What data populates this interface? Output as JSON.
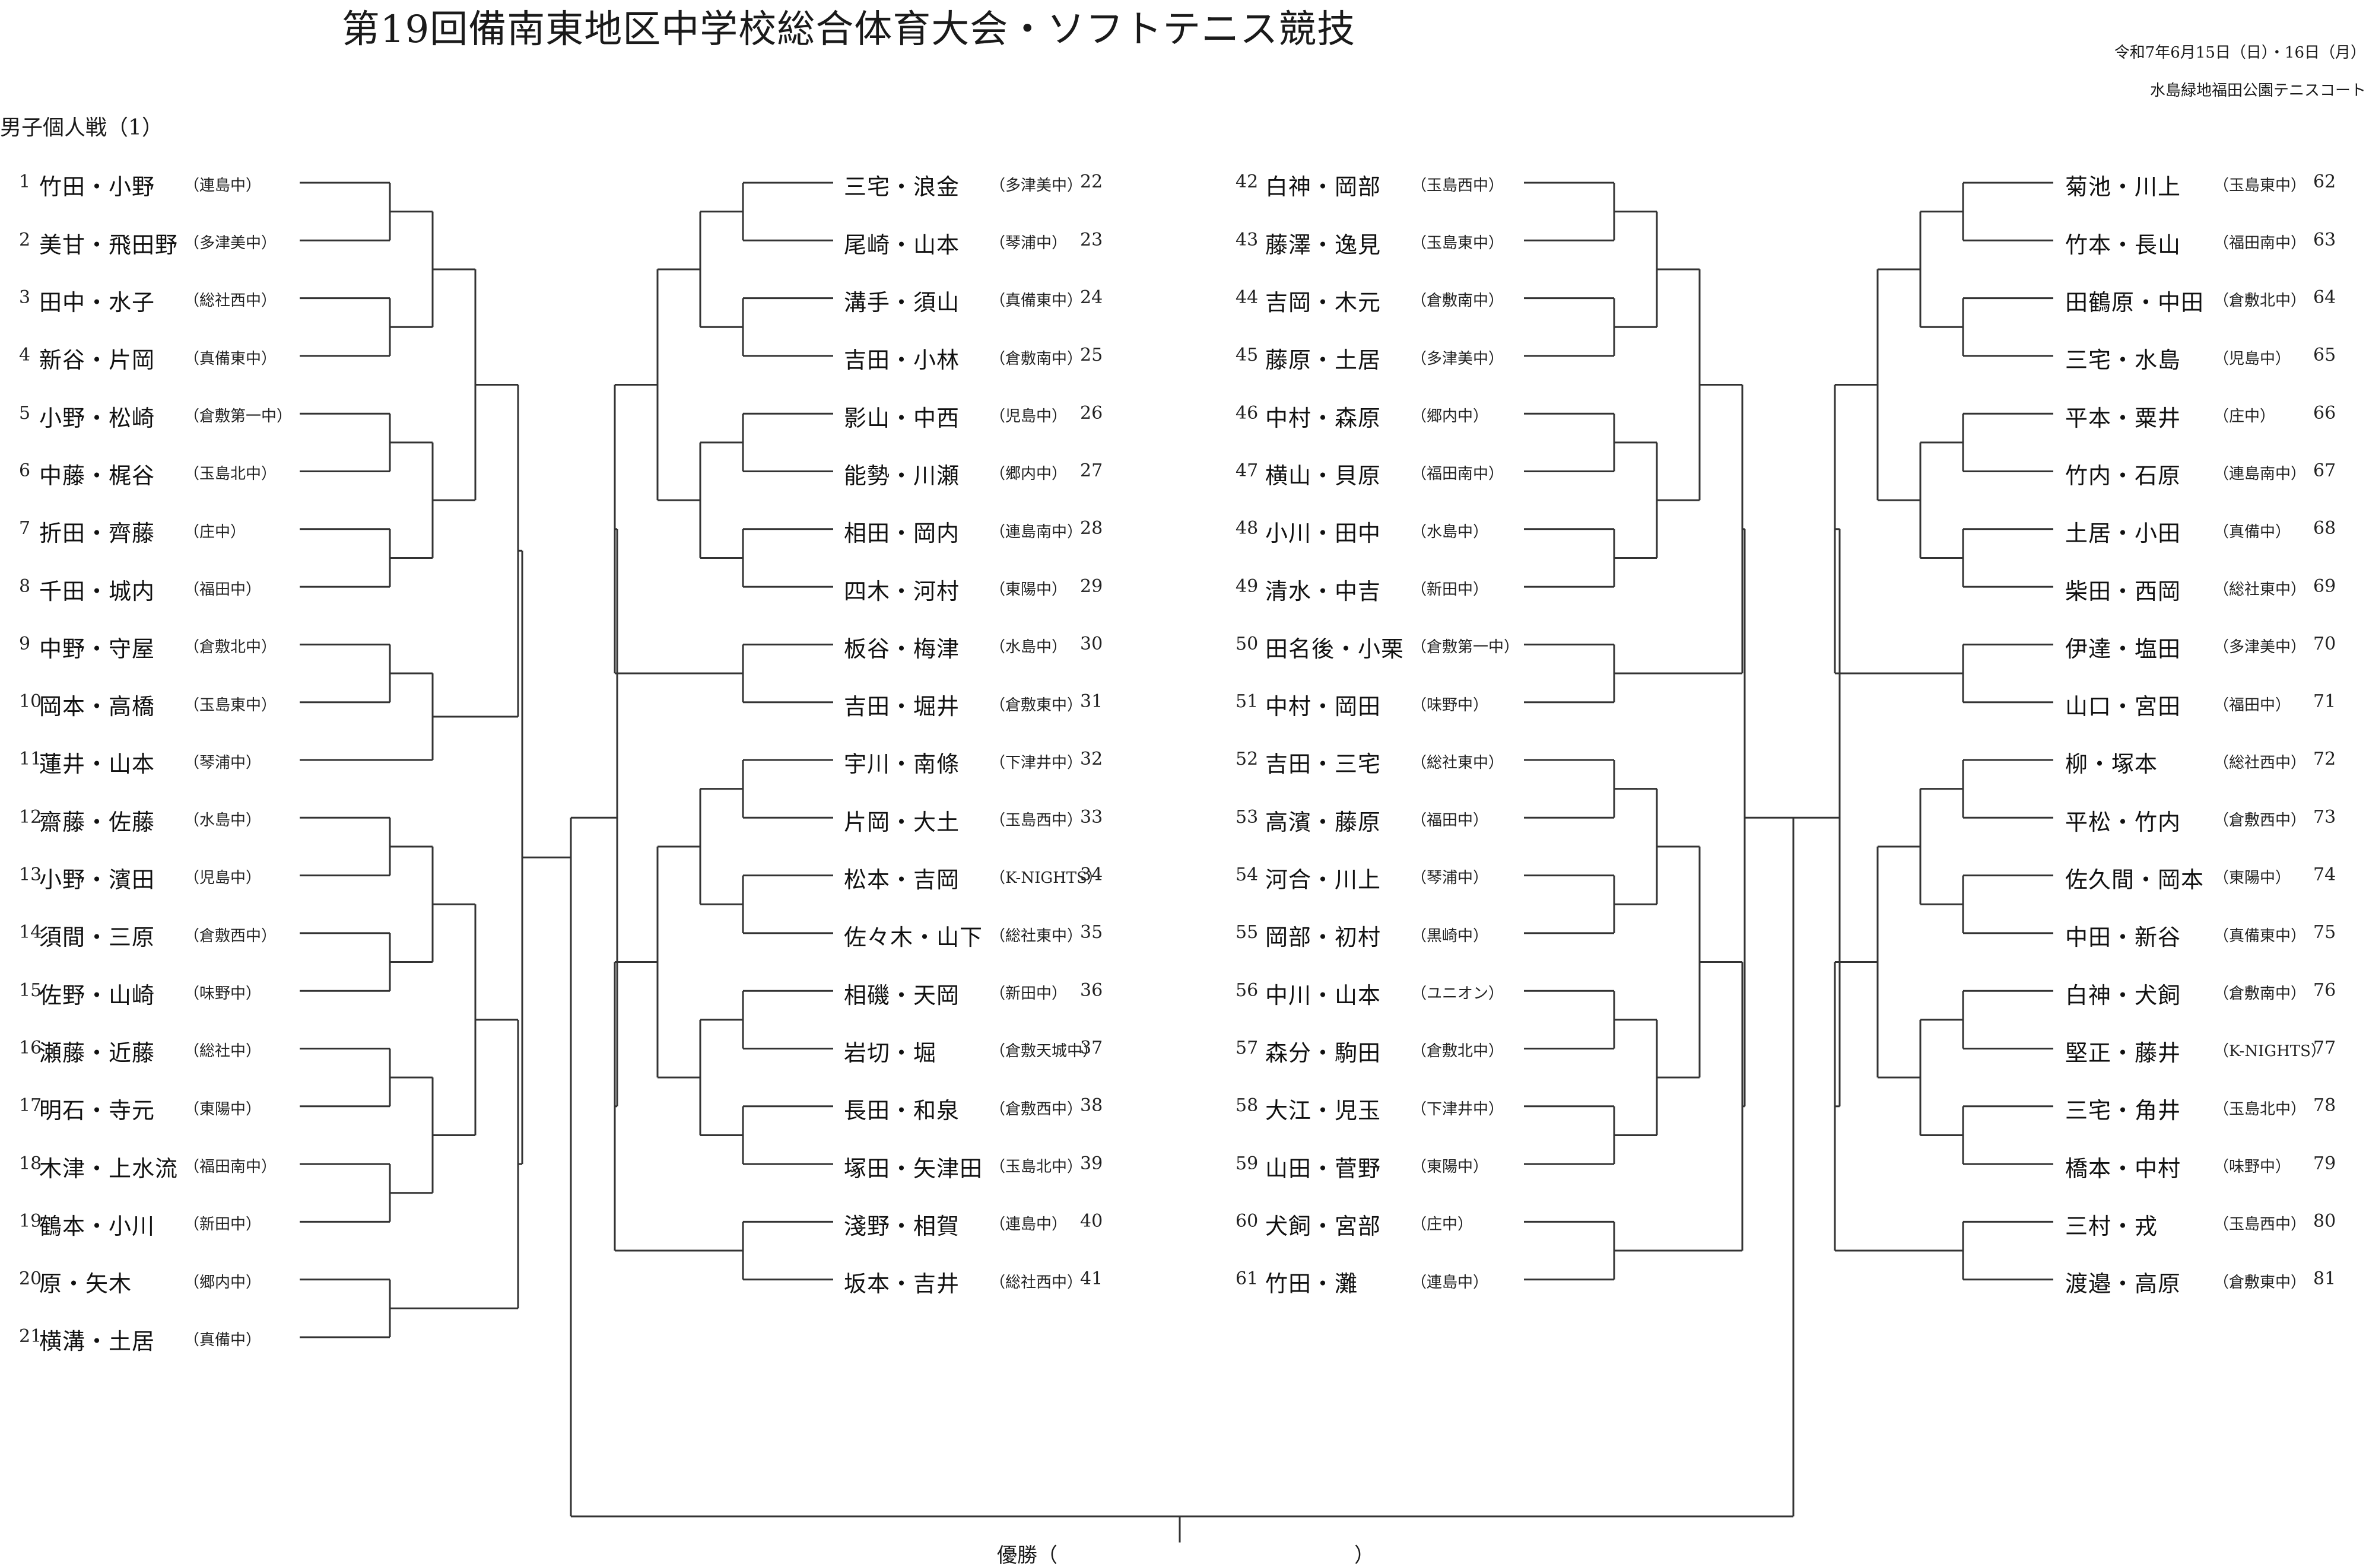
{
  "header": {
    "title": "第19回備南東地区中学校総合体育大会・ソフトテニス競技",
    "date": "令和7年6月15日（日）・16日（月）",
    "venue": "水島緑地福田公園テニスコート",
    "event": "男子個人戦（1）"
  },
  "groups": [
    {
      "id": "A",
      "entries": [
        {
          "num": "1",
          "pair": "竹田・小野",
          "school": "（連島中）"
        },
        {
          "num": "2",
          "pair": "美甘・飛田野",
          "school": "（多津美中）"
        },
        {
          "num": "3",
          "pair": "田中・水子",
          "school": "（総社西中）"
        },
        {
          "num": "4",
          "pair": "新谷・片岡",
          "school": "（真備東中）"
        },
        {
          "num": "5",
          "pair": "小野・松崎",
          "school": "（倉敷第一中）"
        },
        {
          "num": "6",
          "pair": "中藤・梶谷",
          "school": "（玉島北中）"
        },
        {
          "num": "7",
          "pair": "折田・齊藤",
          "school": "（庄中）"
        },
        {
          "num": "8",
          "pair": "千田・城内",
          "school": "（福田中）"
        },
        {
          "num": "9",
          "pair": "中野・守屋",
          "school": "（倉敷北中）"
        },
        {
          "num": "10",
          "pair": "岡本・高橋",
          "school": "（玉島東中）"
        },
        {
          "num": "11",
          "pair": "蓮井・山本",
          "school": "（琴浦中）"
        },
        {
          "num": "12",
          "pair": "齋藤・佐藤",
          "school": "（水島中）"
        },
        {
          "num": "13",
          "pair": "小野・濱田",
          "school": "（児島中）"
        },
        {
          "num": "14",
          "pair": "須間・三原",
          "school": "（倉敷西中）"
        },
        {
          "num": "15",
          "pair": "佐野・山崎",
          "school": "（味野中）"
        },
        {
          "num": "16",
          "pair": "瀬藤・近藤",
          "school": "（総社中）"
        },
        {
          "num": "17",
          "pair": "明石・寺元",
          "school": "（東陽中）"
        },
        {
          "num": "18",
          "pair": "木津・上水流",
          "school": "（福田南中）"
        },
        {
          "num": "19",
          "pair": "鶴本・小川",
          "school": "（新田中）"
        },
        {
          "num": "20",
          "pair": "原・矢木",
          "school": "（郷内中）"
        },
        {
          "num": "21",
          "pair": "横溝・土居",
          "school": "（真備中）"
        }
      ]
    },
    {
      "id": "B",
      "entries": [
        {
          "num": "22",
          "pair": "三宅・浪金",
          "school": "（多津美中）"
        },
        {
          "num": "23",
          "pair": "尾崎・山本",
          "school": "（琴浦中）"
        },
        {
          "num": "24",
          "pair": "溝手・須山",
          "school": "（真備東中）"
        },
        {
          "num": "25",
          "pair": "吉田・小林",
          "school": "（倉敷南中）"
        },
        {
          "num": "26",
          "pair": "影山・中西",
          "school": "（児島中）"
        },
        {
          "num": "27",
          "pair": "能勢・川瀬",
          "school": "（郷内中）"
        },
        {
          "num": "28",
          "pair": "相田・岡内",
          "school": "（連島南中）"
        },
        {
          "num": "29",
          "pair": "四木・河村",
          "school": "（東陽中）"
        },
        {
          "num": "30",
          "pair": "板谷・梅津",
          "school": "（水島中）"
        },
        {
          "num": "31",
          "pair": "吉田・堀井",
          "school": "（倉敷東中）"
        },
        {
          "num": "32",
          "pair": "宇川・南條",
          "school": "（下津井中）"
        },
        {
          "num": "33",
          "pair": "片岡・大土",
          "school": "（玉島西中）"
        },
        {
          "num": "34",
          "pair": "松本・吉岡",
          "school": "（K-NIGHTS）"
        },
        {
          "num": "35",
          "pair": "佐々木・山下",
          "school": "（総社東中）"
        },
        {
          "num": "36",
          "pair": "相磯・天岡",
          "school": "（新田中）"
        },
        {
          "num": "37",
          "pair": "岩切・堀",
          "school": "（倉敷天城中）"
        },
        {
          "num": "38",
          "pair": "長田・和泉",
          "school": "（倉敷西中）"
        },
        {
          "num": "39",
          "pair": "塚田・矢津田",
          "school": "（玉島北中）"
        },
        {
          "num": "40",
          "pair": "淺野・相賀",
          "school": "（連島中）"
        },
        {
          "num": "41",
          "pair": "坂本・吉井",
          "school": "（総社西中）"
        }
      ]
    },
    {
      "id": "C",
      "entries": [
        {
          "num": "42",
          "pair": "白神・岡部",
          "school": "（玉島西中）"
        },
        {
          "num": "43",
          "pair": "藤澤・逸見",
          "school": "（玉島東中）"
        },
        {
          "num": "44",
          "pair": "吉岡・木元",
          "school": "（倉敷南中）"
        },
        {
          "num": "45",
          "pair": "藤原・土居",
          "school": "（多津美中）"
        },
        {
          "num": "46",
          "pair": "中村・森原",
          "school": "（郷内中）"
        },
        {
          "num": "47",
          "pair": "横山・貝原",
          "school": "（福田南中）"
        },
        {
          "num": "48",
          "pair": "小川・田中",
          "school": "（水島中）"
        },
        {
          "num": "49",
          "pair": "清水・中吉",
          "school": "（新田中）"
        },
        {
          "num": "50",
          "pair": "田名後・小栗",
          "school": "（倉敷第一中）"
        },
        {
          "num": "51",
          "pair": "中村・岡田",
          "school": "（味野中）"
        },
        {
          "num": "52",
          "pair": "吉田・三宅",
          "school": "（総社東中）"
        },
        {
          "num": "53",
          "pair": "高濱・藤原",
          "school": "（福田中）"
        },
        {
          "num": "54",
          "pair": "河合・川上",
          "school": "（琴浦中）"
        },
        {
          "num": "55",
          "pair": "岡部・初村",
          "school": "（黒崎中）"
        },
        {
          "num": "56",
          "pair": "中川・山本",
          "school": "（ユニオン）"
        },
        {
          "num": "57",
          "pair": "森分・駒田",
          "school": "（倉敷北中）"
        },
        {
          "num": "58",
          "pair": "大江・児玉",
          "school": "（下津井中）"
        },
        {
          "num": "59",
          "pair": "山田・菅野",
          "school": "（東陽中）"
        },
        {
          "num": "60",
          "pair": "犬飼・宮部",
          "school": "（庄中）"
        },
        {
          "num": "61",
          "pair": "竹田・灘",
          "school": "（連島中）"
        }
      ]
    },
    {
      "id": "D",
      "entries": [
        {
          "num": "62",
          "pair": "菊池・川上",
          "school": "（玉島東中）"
        },
        {
          "num": "63",
          "pair": "竹本・長山",
          "school": "（福田南中）"
        },
        {
          "num": "64",
          "pair": "田鶴原・中田",
          "school": "（倉敷北中）"
        },
        {
          "num": "65",
          "pair": "三宅・水島",
          "school": "（児島中）"
        },
        {
          "num": "66",
          "pair": "平本・粟井",
          "school": "（庄中）"
        },
        {
          "num": "67",
          "pair": "竹内・石原",
          "school": "（連島南中）"
        },
        {
          "num": "68",
          "pair": "土居・小田",
          "school": "（真備中）"
        },
        {
          "num": "69",
          "pair": "柴田・西岡",
          "school": "（総社東中）"
        },
        {
          "num": "70",
          "pair": "伊達・塩田",
          "school": "（多津美中）"
        },
        {
          "num": "71",
          "pair": "山口・宮田",
          "school": "（福田中）"
        },
        {
          "num": "72",
          "pair": "柳・塚本",
          "school": "（総社西中）"
        },
        {
          "num": "73",
          "pair": "平松・竹内",
          "school": "（倉敷西中）"
        },
        {
          "num": "74",
          "pair": "佐久間・岡本",
          "school": "（東陽中）"
        },
        {
          "num": "75",
          "pair": "中田・新谷",
          "school": "（真備東中）"
        },
        {
          "num": "76",
          "pair": "白神・犬飼",
          "school": "（倉敷南中）"
        },
        {
          "num": "77",
          "pair": "堅正・藤井",
          "school": "（K-NIGHTS）"
        },
        {
          "num": "78",
          "pair": "三宅・角井",
          "school": "（玉島北中）"
        },
        {
          "num": "79",
          "pair": "橋本・中村",
          "school": "（味野中）"
        },
        {
          "num": "80",
          "pair": "三村・戎",
          "school": "（玉島西中）"
        },
        {
          "num": "81",
          "pair": "渡邉・高原",
          "school": "（倉敷東中）"
        }
      ]
    }
  ],
  "final": {
    "label": "優勝（",
    "close": "）"
  }
}
